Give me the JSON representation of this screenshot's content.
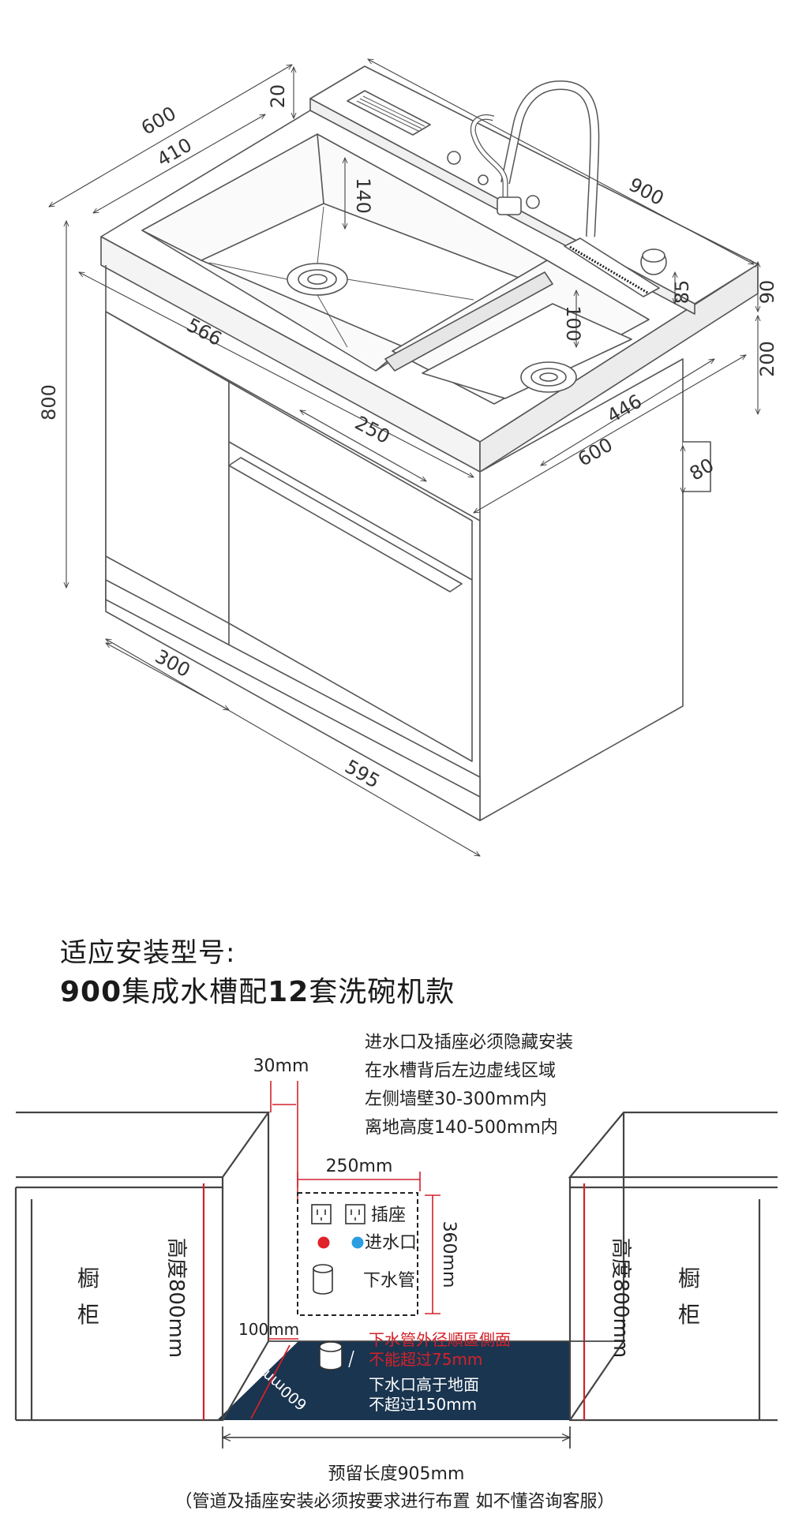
{
  "top_dimensions": {
    "d600_top": "600",
    "d410": "410",
    "d20": "20",
    "d140": "140",
    "d900": "900",
    "d90": "90",
    "d85": "85",
    "d200": "200",
    "d80_right": "80",
    "d800_left": "800",
    "d566": "566",
    "d250_sink": "250",
    "d100": "100",
    "d446": "446",
    "d600_front": "600",
    "d300": "300",
    "d595": "595"
  },
  "heading": {
    "line1": "适应安装型号:",
    "line2_a": "900",
    "line2_b": "集成水槽配",
    "line2_c": "12",
    "line2_d": "套洗碗机款"
  },
  "install": {
    "note": [
      "进水口及插座必须隐藏安装",
      "在水槽背后左边虚线区域",
      "左侧墙壁30-300mm内",
      "离地高度140-500mm内"
    ],
    "gap_30": "30mm",
    "width_250": "250mm",
    "height_360": "360mm",
    "socket": "插座",
    "inlet": "进水口",
    "drain_pipe": "下水管",
    "dim_100": "100mm",
    "depth_600": "600mm",
    "red_note_1": "下水管外径順區側面",
    "red_note_2": "不能超过75mm",
    "white_note_1": "下水口高于地面",
    "white_note_2": "不超过150mm",
    "cabinet_left": [
      "橱",
      "柜"
    ],
    "cabinet_right": [
      "橱",
      "柜"
    ],
    "height_left": "高度800mm",
    "height_right": "高度800mm",
    "reserved_length": "预留长度905mm",
    "footer": "（管道及插座安装必须按要求进行布置 如不懂咨询客服）"
  },
  "colors": {
    "line": "#555555",
    "dim": "#444444",
    "floor": "#1a3550",
    "red": "#d2222a",
    "inlet_red": "#e0202a",
    "inlet_blue": "#2a9ee0"
  }
}
